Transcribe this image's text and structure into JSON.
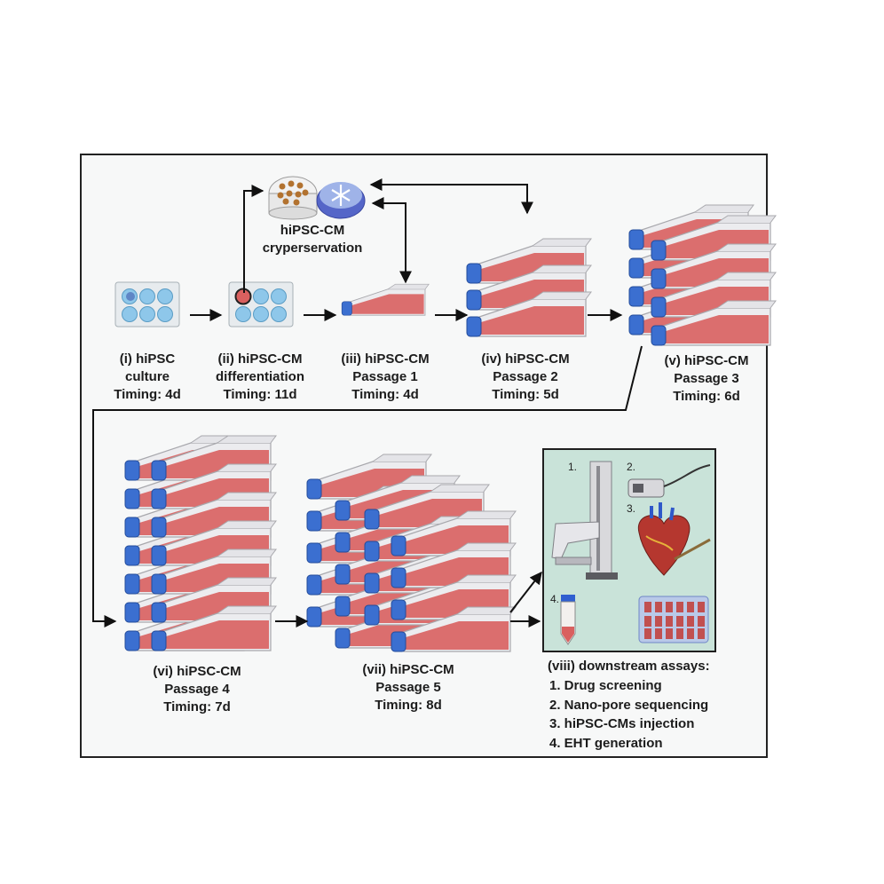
{
  "stages": [
    {
      "id": "i",
      "lines": [
        "(i) hiPSC",
        "culture",
        "Timing: 4d"
      ]
    },
    {
      "id": "ii",
      "lines": [
        "(ii) hiPSC-CM",
        "differentiation",
        "Timing: 11d"
      ]
    },
    {
      "id": "iii",
      "lines": [
        "(iii) hiPSC-CM",
        "Passage 1",
        "Timing: 4d"
      ]
    },
    {
      "id": "iv",
      "lines": [
        "(iv) hiPSC-CM",
        "Passage 2",
        "Timing: 5d"
      ]
    },
    {
      "id": "v",
      "lines": [
        "(v) hiPSC-CM",
        "Passage 3",
        "Timing: 6d"
      ]
    },
    {
      "id": "vi",
      "lines": [
        "(vi) hiPSC-CM",
        "Passage 4",
        "Timing: 7d"
      ]
    },
    {
      "id": "vii",
      "lines": [
        "(vii) hiPSC-CM",
        "Passage 5",
        "Timing: 8d"
      ]
    }
  ],
  "cryo": {
    "lines": [
      "hiPSC-CM",
      "cryperservation"
    ]
  },
  "assays": {
    "title": "(viii) downstream assays:",
    "items": [
      "1. Drug screening",
      "2. Nano-pore sequencing",
      "3. hiPSC-CMs injection",
      "4. EHT generation"
    ],
    "panel_numbers": [
      "1.",
      "2.",
      "3.",
      "4."
    ]
  },
  "colors": {
    "frame_bg": "#f7f8f8",
    "flask_media": "#d9605f",
    "cap": "#3b6fd0",
    "assay_bg": "#c9e3d9",
    "well": "#8ec7ea"
  }
}
